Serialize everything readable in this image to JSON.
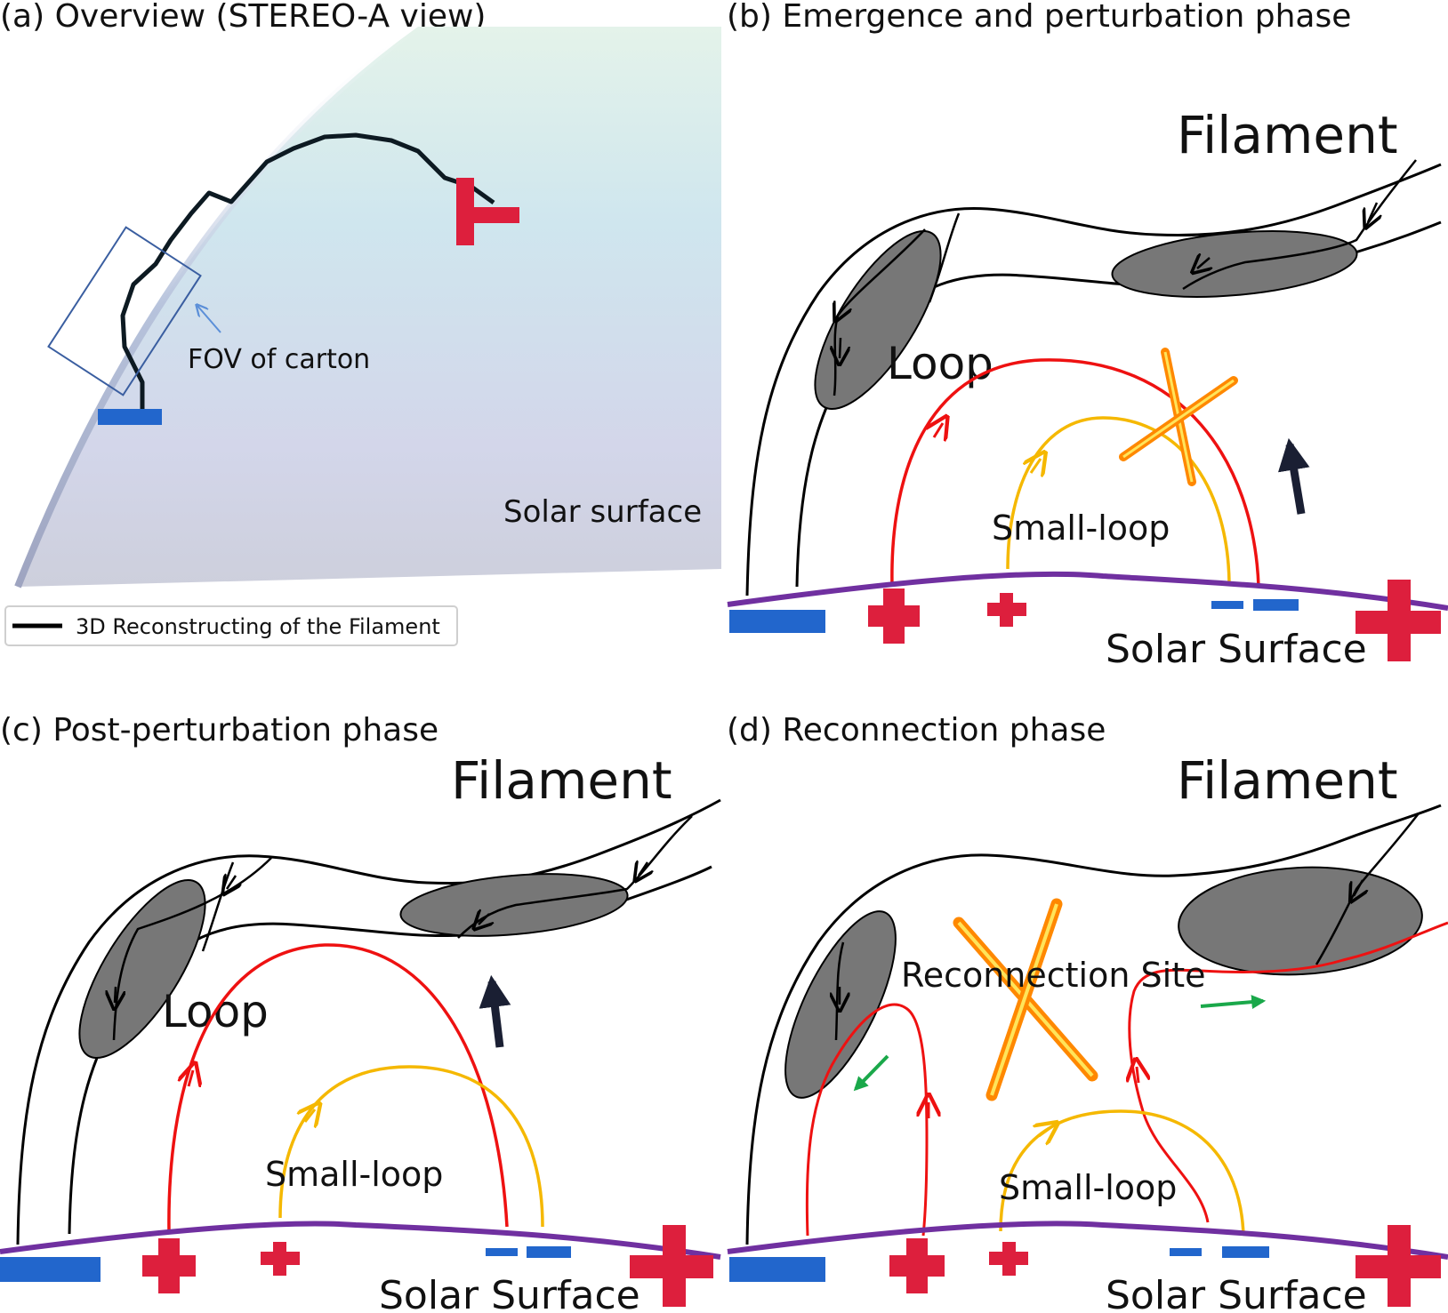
{
  "panels": {
    "a": {
      "title": "(a) Overview (STEREO-A view)",
      "fov_label": "FOV of carton",
      "surface_label": "Solar surface",
      "legend_label": "3D Reconstructing of the Filament"
    },
    "b": {
      "title": "(b) Emergence and perturbation phase",
      "filament_label": "Filament",
      "loop_label": "Loop",
      "small_loop_label": "Small-loop",
      "surface_label": "Solar Surface"
    },
    "c": {
      "title": "(c) Post-perturbation phase",
      "filament_label": "Filament",
      "loop_label": "Loop",
      "small_loop_label": "Small-loop",
      "surface_label": "Solar Surface"
    },
    "d": {
      "title": "(d) Reconnection phase",
      "filament_label": "Filament",
      "reconnection_label": "Reconnection Site",
      "small_loop_label": "Small-loop",
      "surface_label": "Solar Surface"
    }
  },
  "colors": {
    "negative_polarity": "#2266cc",
    "positive_polarity": "#dd1f3d",
    "loop": "#ee1111",
    "small_loop": "#f5b800",
    "photosphere": "#7030a0",
    "filament_fill": "#777777",
    "flow_arrow": "#1aa84a",
    "rise_arrow": "#1a1f33",
    "fov_box": "#3a5ea0"
  }
}
